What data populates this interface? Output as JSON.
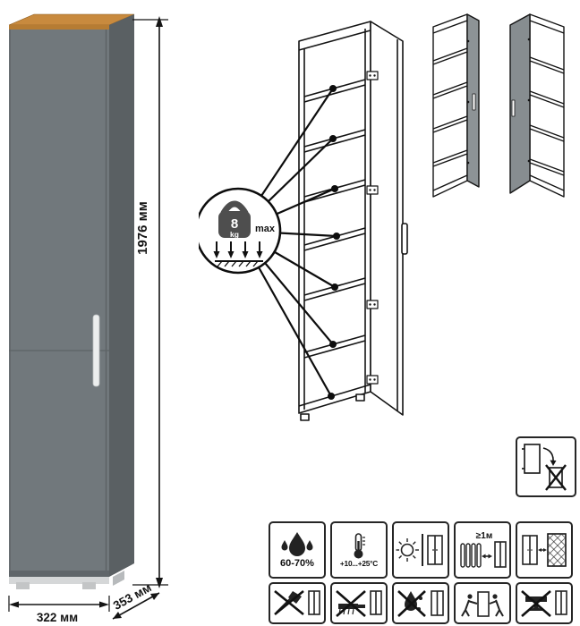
{
  "dimensions": {
    "height": "1976 мм",
    "width": "322 мм",
    "depth": "353 мм"
  },
  "shelf_load": {
    "value": "8",
    "unit": "kg",
    "qualifier": "max"
  },
  "care": {
    "humidity_range": "60-70%",
    "temperature_range": "+10...+25°C",
    "min_distance": "≥1м"
  },
  "colors": {
    "cabinet_front": "#71787c",
    "cabinet_side": "#5a6063",
    "top_trim_wood": "#c88a3e",
    "handle": "#eceeee",
    "drawing_line": "#141414",
    "door_panel_gray": "#8d9396"
  },
  "icons": {
    "load_limit": "kettlebell-weight-icon",
    "row_top": [
      "humidity-icon",
      "temperature-icon",
      "sun-protection-icon",
      "radiator-distance-icon",
      "wall-gap-icon"
    ],
    "row_bottom": [
      "no-impact-icon",
      "no-scratch-icon",
      "no-wet-cleaning-icon",
      "move-two-people-icon",
      "no-heavy-load-icon"
    ],
    "door": "door-rehang-icon"
  }
}
